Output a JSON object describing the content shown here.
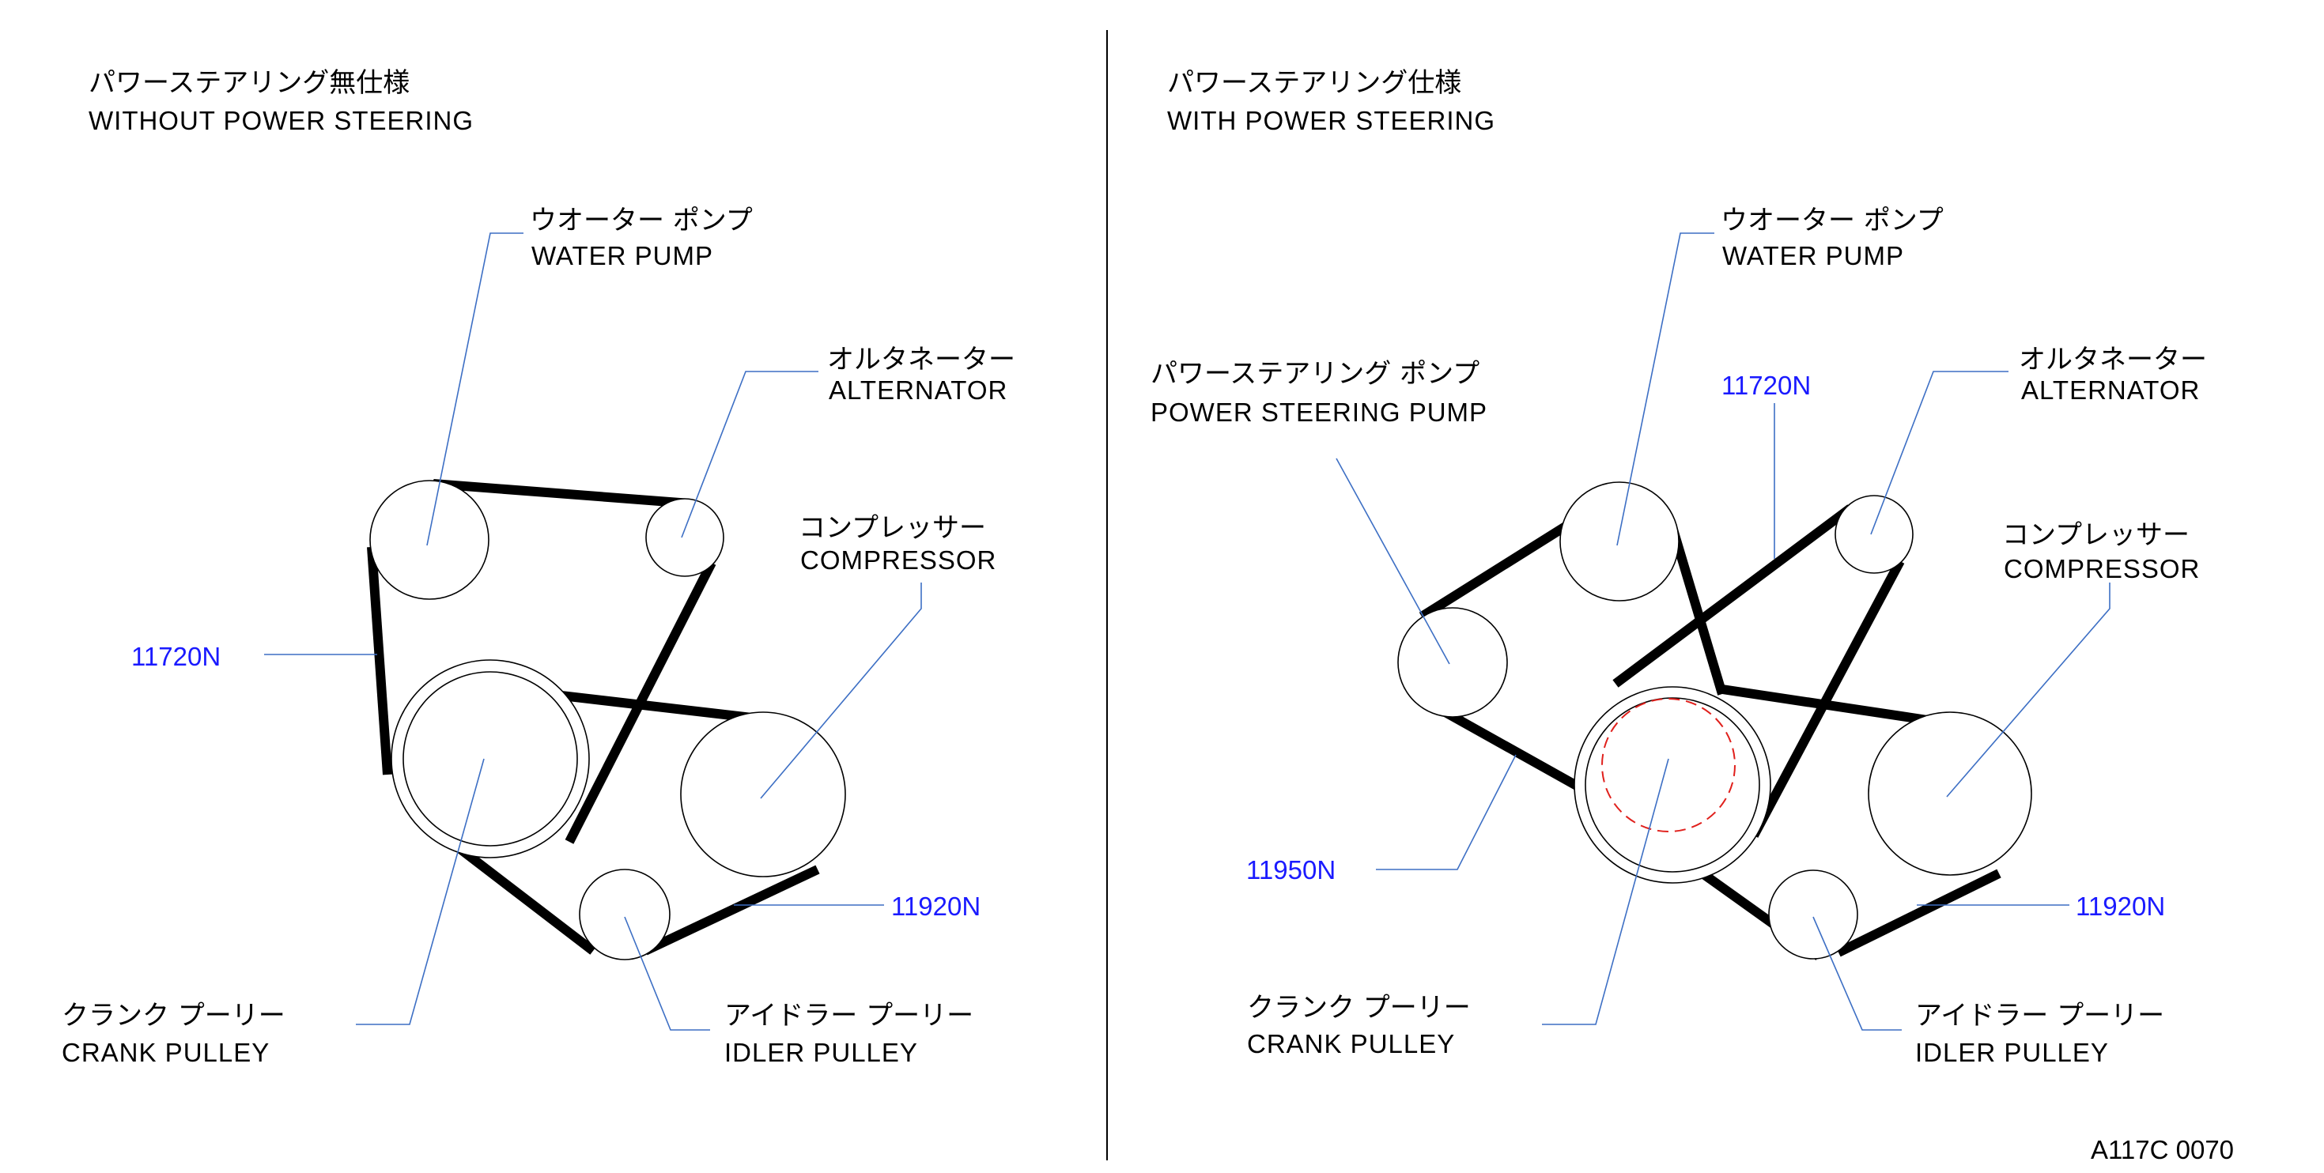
{
  "colors": {
    "line": "#000000",
    "leader": "#3d6fc4",
    "tension": "#1a1aff",
    "dashed": "#e0201c"
  },
  "left": {
    "title_jp": "パワーステアリング無仕様",
    "title_en": "WITHOUT POWER STEERING",
    "water_pump_jp": "ウオーター ポンプ",
    "water_pump_en": "WATER PUMP",
    "alternator_jp": "オルタネーター",
    "alternator_en": "ALTERNATOR",
    "compressor_jp": "コンプレッサー",
    "compressor_en": "COMPRESSOR",
    "crank_jp": "クランク プーリー",
    "crank_en": "CRANK PULLEY",
    "idler_jp": "アイドラー プーリー",
    "idler_en": "IDLER PULLEY",
    "tension_a": "11720N",
    "tension_b": "11920N"
  },
  "right": {
    "title_jp": "パワーステアリング仕様",
    "title_en": "WITH POWER STEERING",
    "water_pump_jp": "ウオーター ポンプ",
    "water_pump_en": "WATER PUMP",
    "ps_pump_jp": "パワーステアリング ポンプ",
    "ps_pump_en": "POWER STEERING PUMP",
    "alternator_jp": "オルタネーター",
    "alternator_en": "ALTERNATOR",
    "compressor_jp": "コンプレッサー",
    "compressor_en": "COMPRESSOR",
    "crank_jp": "クランク プーリー",
    "crank_en": "CRANK PULLEY",
    "idler_jp": "アイドラー プーリー",
    "idler_en": "IDLER PULLEY",
    "tension_a": "11720N",
    "tension_b": "11920N",
    "tension_c": "11950N"
  },
  "figure_code": "A117C 0070"
}
